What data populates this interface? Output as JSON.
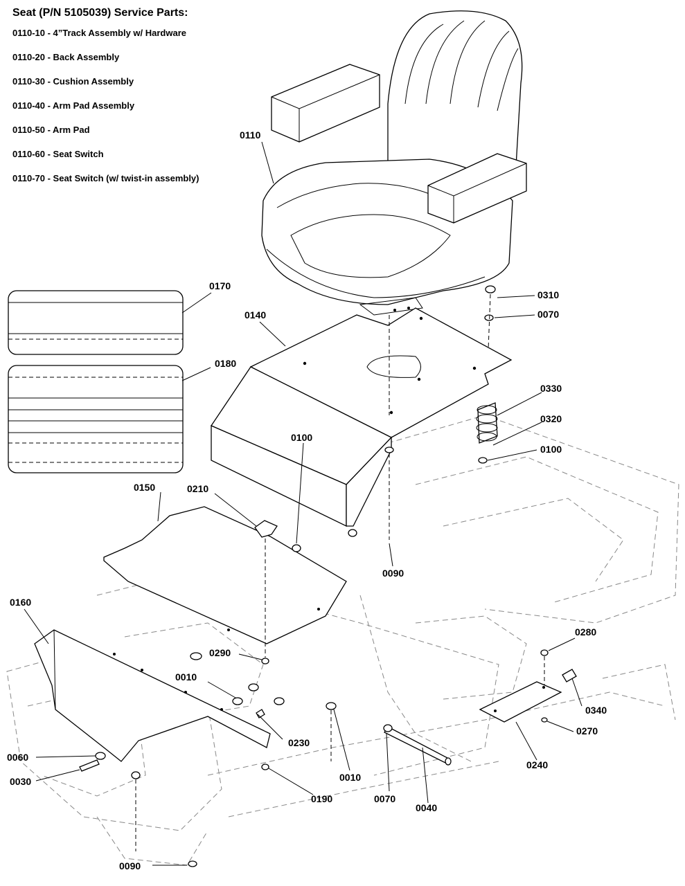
{
  "header": {
    "title": "Seat (P/N 5105039) Service Parts:",
    "items": [
      "0110-10 - 4”Track Assembly w/ Hardware",
      "0110-20 - Back Assembly",
      "0110-30 - Cushion Assembly",
      "0110-40 - Arm Pad Assembly",
      "0110-50 - Arm Pad",
      "0110-60 - Seat Switch",
      "0110-70 - Seat Switch (w/ twist-in assembly)"
    ]
  },
  "callouts": {
    "c0110": "0110",
    "c0170": "0170",
    "c0140": "0140",
    "c0180": "0180",
    "c0310": "0310",
    "c0070a": "0070",
    "c0330": "0330",
    "c0320": "0320",
    "c0100a": "0100",
    "c0100b": "0100",
    "c0150": "0150",
    "c0210": "0210",
    "c0090a": "0090",
    "c0160": "0160",
    "c0290": "0290",
    "c0010a": "0010",
    "c0280": "0280",
    "c0340": "0340",
    "c0270": "0270",
    "c0060": "0060",
    "c0230": "0230",
    "c0010b": "0010",
    "c0030": "0030",
    "c0190": "0190",
    "c0070b": "0070",
    "c0040": "0040",
    "c0240": "0240",
    "c0090b": "0090"
  }
}
